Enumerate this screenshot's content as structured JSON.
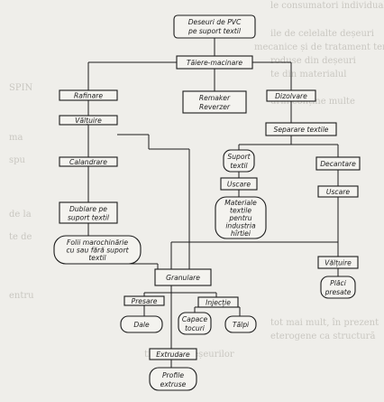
{
  "nodes": {
    "deseuri": [
      "Deseuri de PVC",
      "pe suport textil"
    ],
    "taiere": "Tăiere-macinare",
    "rafinare": "Rafinare",
    "remaker": [
      "Remaker",
      "Reverzer"
    ],
    "dizolvare": "Dizolvare",
    "valtuire1": "Vălțuire",
    "separare": "Separare textile",
    "suport": [
      "Suport",
      "textil"
    ],
    "decantare": "Decantare",
    "calandrare": "Calandrare",
    "uscare1": "Uscare",
    "uscare2": "Uscare",
    "dublare": [
      "Dublare pe",
      "suport textil"
    ],
    "materiale": [
      "Materiale",
      "textile",
      "pentru",
      "industria",
      "hîrtiei"
    ],
    "folii": [
      "Folii marochinărie",
      "cu sau fără suport",
      "textil"
    ],
    "valtuire2": "Vălțuire",
    "placi": [
      "Plăci",
      "presate"
    ],
    "granulare": "Granulare",
    "presare": "Presare",
    "injectie": "Injecție",
    "dale": "Dale",
    "capace": [
      "Capace",
      "tocuri"
    ],
    "talpi": "Tălpi",
    "extrudare": "Extrudare",
    "profile": [
      "Profile",
      "extruse"
    ]
  },
  "background_text": [
    "le consumatori individuali",
    "ile de celelalte deșeuri",
    "mecanice și de tratament termic",
    "roduse din deșeuri",
    "te din materialul",
    "SPIN",
    "urili conține multe",
    "ma",
    "spu",
    "tilizare a deșeurilor",
    "de la",
    "te de",
    "tot mai mult, în prezent",
    "eterogene ca structură",
    "entru"
  ]
}
